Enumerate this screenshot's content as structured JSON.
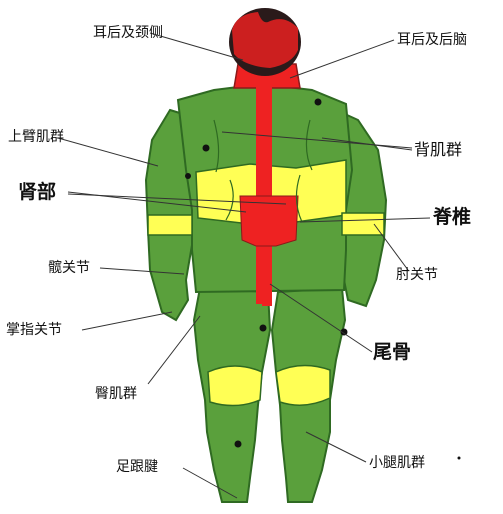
{
  "colors": {
    "green": "#5aa03c",
    "green_dark": "#2f6a22",
    "yellow": "#ffff55",
    "red": "#ee2222",
    "skin": "#cc1f1f",
    "hair": "#2a1a1a"
  },
  "labels": {
    "ear_neck": "耳后及颈侧",
    "ear_brain": "耳后及后脑",
    "upper_arm": "上臂肌群",
    "back": "背肌群",
    "kidney": "肾部",
    "spine": "脊椎",
    "hip_joint": "髋关节",
    "elbow": "肘关节",
    "knuckle": "掌指关节",
    "tailbone": "尾骨",
    "glute": "臀肌群",
    "achilles": "足跟腱",
    "calf": "小腿肌群"
  }
}
